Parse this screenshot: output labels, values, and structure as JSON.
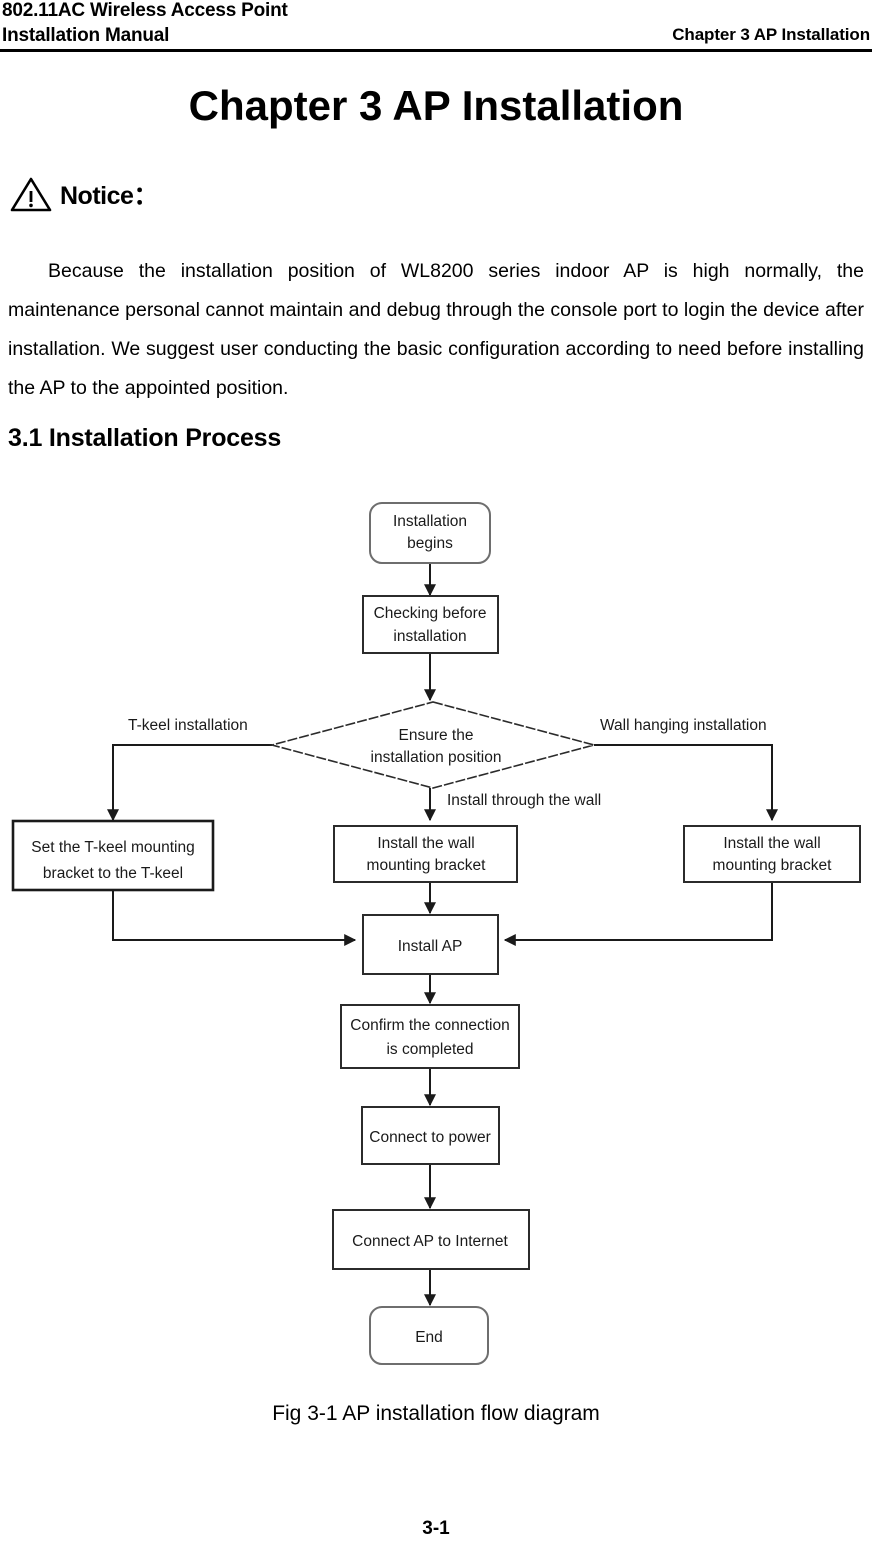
{
  "header": {
    "title_line1": "802.11AC Wireless Access Point",
    "title_line2": "Installation Manual",
    "right_text": "Chapter 3 AP Installation"
  },
  "chapter": {
    "title": "Chapter 3 AP Installation"
  },
  "notice": {
    "icon": "warning-triangle-icon",
    "label": "Notice："
  },
  "body": {
    "paragraph": "Because the installation position of WL8200 series indoor AP is high normally, the maintenance personal cannot maintain and debug through the console port to login the device after installation. We suggest user conducting the basic configuration according to need before installing the AP to the appointed position."
  },
  "section": {
    "number_and_title": "3.1 Installation Process"
  },
  "chart_data": {
    "type": "diagram",
    "title": "Fig 3-1 AP installation flow diagram",
    "nodes": [
      {
        "id": "start",
        "shape": "rounded-rect",
        "lines": [
          "Installation",
          "begins"
        ]
      },
      {
        "id": "checking",
        "shape": "rect",
        "lines": [
          "Checking before",
          "installation"
        ]
      },
      {
        "id": "decision",
        "shape": "diamond",
        "lines": [
          "Ensure the",
          "installation  position"
        ]
      },
      {
        "id": "tkeel_bracket",
        "shape": "rect",
        "lines": [
          "Set the T-keel mounting",
          "bracket to the T-keel"
        ]
      },
      {
        "id": "wall_bracket_c",
        "shape": "rect",
        "lines": [
          "Install the wall",
          "mounting bracket"
        ]
      },
      {
        "id": "wall_bracket_r",
        "shape": "rect",
        "lines": [
          "Install the wall",
          "mounting bracket"
        ]
      },
      {
        "id": "install_ap",
        "shape": "rect",
        "lines": [
          "Install AP"
        ]
      },
      {
        "id": "confirm",
        "shape": "rect",
        "lines": [
          "Confirm the connection",
          "is completed"
        ]
      },
      {
        "id": "power",
        "shape": "rect",
        "lines": [
          "Connect to power"
        ]
      },
      {
        "id": "internet",
        "shape": "rect",
        "lines": [
          "Connect AP to Internet"
        ]
      },
      {
        "id": "end",
        "shape": "rounded-rect",
        "lines": [
          "End"
        ]
      }
    ],
    "edge_labels": [
      {
        "id": "branch_left",
        "text": "T-keel installation"
      },
      {
        "id": "branch_center",
        "text": "Install through the wall"
      },
      {
        "id": "branch_right",
        "text": "Wall hanging installation"
      }
    ],
    "edges": [
      {
        "from": "start",
        "to": "checking"
      },
      {
        "from": "checking",
        "to": "decision"
      },
      {
        "from": "decision",
        "to": "tkeel_bracket",
        "label": "T-keel installation"
      },
      {
        "from": "decision",
        "to": "wall_bracket_c",
        "label": "Install through the wall"
      },
      {
        "from": "decision",
        "to": "wall_bracket_r",
        "label": "Wall hanging installation"
      },
      {
        "from": "tkeel_bracket",
        "to": "install_ap"
      },
      {
        "from": "wall_bracket_c",
        "to": "install_ap"
      },
      {
        "from": "wall_bracket_r",
        "to": "install_ap"
      },
      {
        "from": "install_ap",
        "to": "confirm"
      },
      {
        "from": "confirm",
        "to": "power"
      },
      {
        "from": "power",
        "to": "internet"
      },
      {
        "from": "internet",
        "to": "end"
      }
    ]
  },
  "figure": {
    "caption": "Fig 3-1 AP installation flow diagram"
  },
  "footer": {
    "page_number": "3-1"
  }
}
